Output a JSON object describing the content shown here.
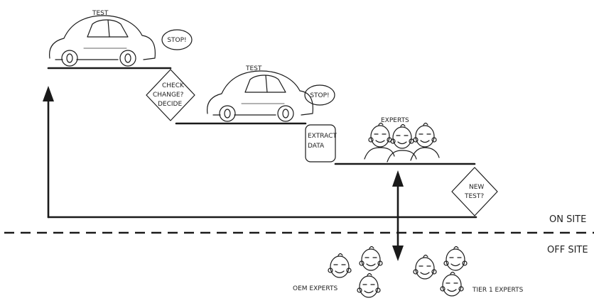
{
  "labels": {
    "test_1": "TEST",
    "stop_1": "STOP!",
    "check_line1": "CHECK",
    "check_line2": "CHANGE?",
    "check_line3": "DECIDE",
    "test_2": "TEST",
    "stop_2": "STOP!",
    "extract_line1": "EXTRACT",
    "extract_line2": "DATA",
    "experts": "EXPERTS",
    "new_test_line1": "NEW",
    "new_test_line2": "TEST?",
    "on_site": "ON SITE",
    "off_site": "OFF SITE",
    "oem_experts": "OEM EXPERTS",
    "tier1_experts": "TIER 1  EXPERTS"
  },
  "icons": {
    "car": "car-icon",
    "expert_face": "expert-face-icon",
    "arrow": "arrow-icon"
  }
}
